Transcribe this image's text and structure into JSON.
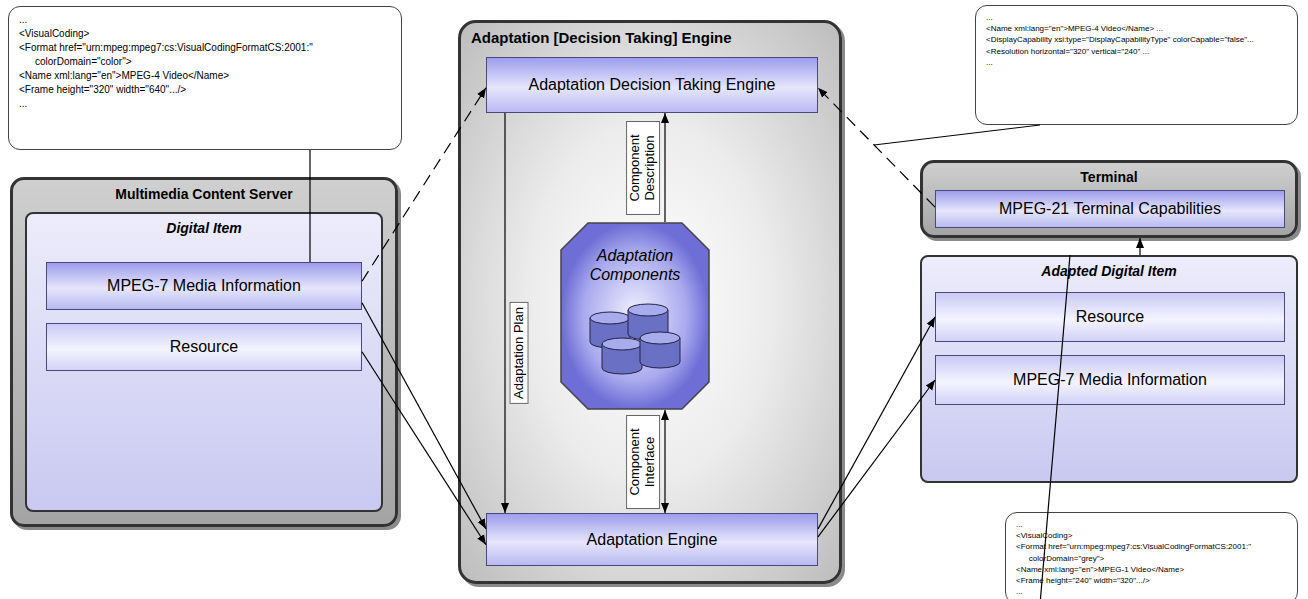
{
  "diagram": {
    "nodes": [
      {
        "text": [
          "Multimedia Content Server"
        ]
      },
      {
        "text": [
          "Digital Item"
        ],
        "in": 0
      },
      {
        "text": [
          "MPEG-7 Media Information"
        ],
        "in": 1
      },
      {
        "text": [
          "Resource"
        ],
        "in": 1
      },
      {
        "text": [
          "Adaptation [Decision Taking] Engine"
        ]
      },
      {
        "text": [
          "Adaptation Decision Taking Engine"
        ],
        "in": 4
      },
      {
        "text": [
          "Adaptation Components"
        ],
        "in": 4
      },
      {
        "text": [
          "Adaptation Engine"
        ],
        "in": 4
      },
      {
        "text": [
          "Terminal"
        ]
      },
      {
        "text": [
          "MPEG-21 Terminal Capabilities"
        ],
        "in": 8
      },
      {
        "text": [
          "Adapted Digital Item"
        ]
      },
      {
        "text": [
          "Resource"
        ],
        "in": 10
      },
      {
        "text": [
          "MPEG-7 Media Information"
        ],
        "in": 10
      },
      {
        "text": [
          "...",
          "<VisualCoding>",
          "<Format href=\"urn:mpeg:mpeg7:cs:VisualCodingFormatCS:2001:\" colorDomain=\"color\">",
          "<Name xml:lang=\"en\">MPEG-4 Video</Name>",
          "<Frame height=\"320\" width=\"640\".../>",
          "..."
        ]
      },
      {
        "text": [
          "...",
          "<Name xml:lang=\"en\">MPEG-4 Video</Name> ...",
          "<DisplayCapability xsi:type=\"DisplayCapabilityType\" colorCapable=\"false\"...",
          "<Resolution horizontal=\"320\" vertical=\"240\" ...",
          "..."
        ]
      },
      {
        "text": [
          "...",
          "<VisualCoding>",
          "<Format href=\"urn:mpeg:mpeg7:cs:VisualCodingFormatCS:2001:\" colorDomain=\"grey\">",
          "<Name xml:lang=\"en\">MPEG-1 Video</Name>",
          "<Frame height=\"240\" width=\"320\".../>",
          "..."
        ]
      }
    ],
    "edges": [
      {
        "from": 2,
        "to": 5,
        "arrow": "to"
      },
      {
        "from": 9,
        "to": 5,
        "arrow": "to"
      },
      {
        "from": 6,
        "to": 5,
        "label": "Component Description",
        "arrow": "to"
      },
      {
        "from": 5,
        "to": 7,
        "label": "Adaptation Plan",
        "arrow": "to"
      },
      {
        "from": 6,
        "to": 7,
        "label": "Component Interface",
        "arrow": "both"
      },
      {
        "from": 2,
        "to": 7,
        "arrow": "to"
      },
      {
        "from": 3,
        "to": 7,
        "arrow": "to"
      },
      {
        "from": 7,
        "to": 11,
        "arrow": "to"
      },
      {
        "from": 7,
        "to": 12,
        "arrow": "to"
      },
      {
        "from": 10,
        "to": 8,
        "arrow": "to"
      },
      {
        "from": 13,
        "to": 2,
        "arrow": "none"
      },
      {
        "from": 15,
        "to": 10,
        "arrow": "none"
      }
    ]
  }
}
